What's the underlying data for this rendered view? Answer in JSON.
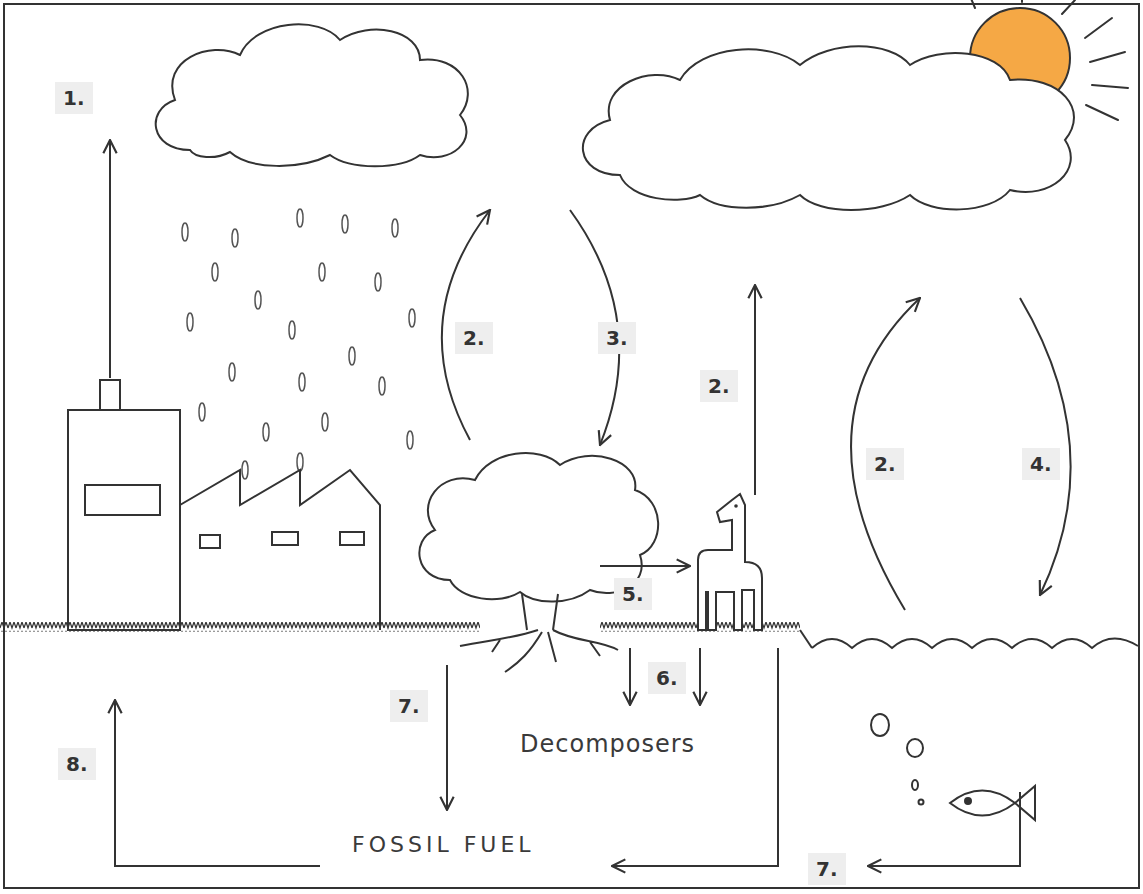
{
  "diagram": {
    "labels": [
      "1.",
      "2.",
      "3.",
      "2.",
      "2.",
      "4.",
      "5.",
      "6.",
      "7.",
      "Decomposers",
      "8.",
      "FOSSIL FUEL",
      "7."
    ]
  }
}
